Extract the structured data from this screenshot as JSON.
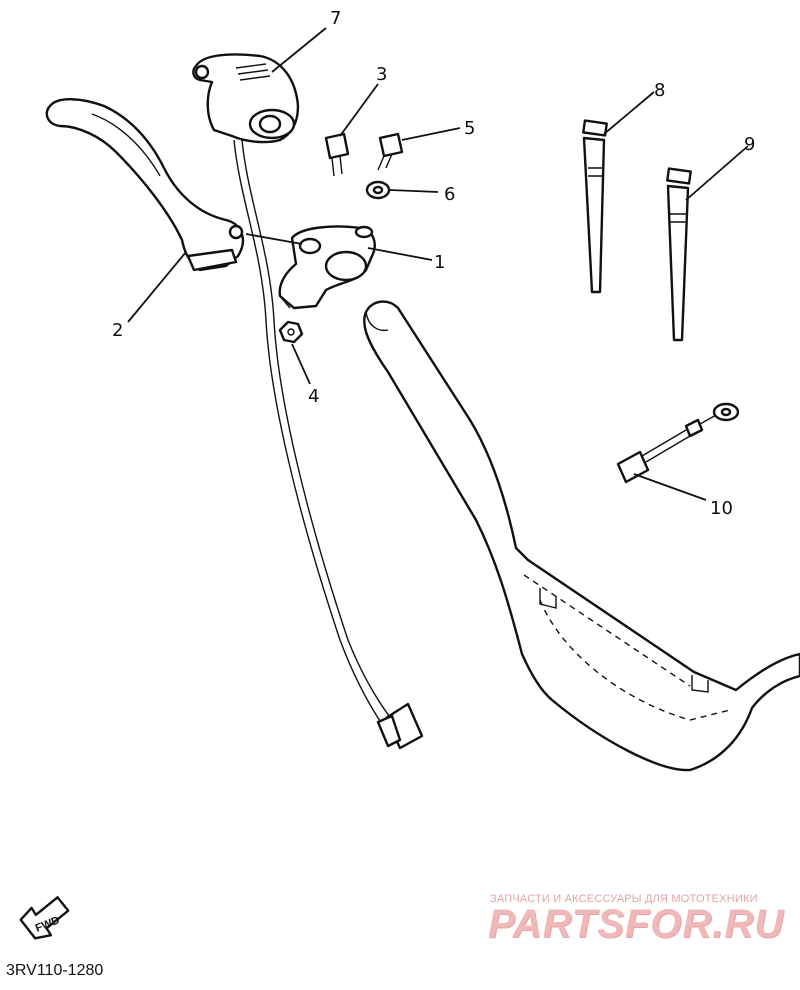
{
  "callouts": [
    {
      "id": "1",
      "label": "1"
    },
    {
      "id": "2",
      "label": "2"
    },
    {
      "id": "3",
      "label": "3"
    },
    {
      "id": "4",
      "label": "4"
    },
    {
      "id": "5",
      "label": "5"
    },
    {
      "id": "6",
      "label": "6"
    },
    {
      "id": "7",
      "label": "7"
    },
    {
      "id": "8",
      "label": "8"
    },
    {
      "id": "9",
      "label": "9"
    },
    {
      "id": "10",
      "label": "10"
    }
  ],
  "fwd_label": "FWD",
  "reference_code": "3RV110-1280",
  "watermark": {
    "tagline": "ЗАПЧАСТИ И АКСЕССУАРЫ ДЛЯ МОТОТЕХНИКИ",
    "logo": "PARTSFOR.RU"
  },
  "colors": {
    "line": "#111111",
    "watermark": "#f0b9b9"
  }
}
